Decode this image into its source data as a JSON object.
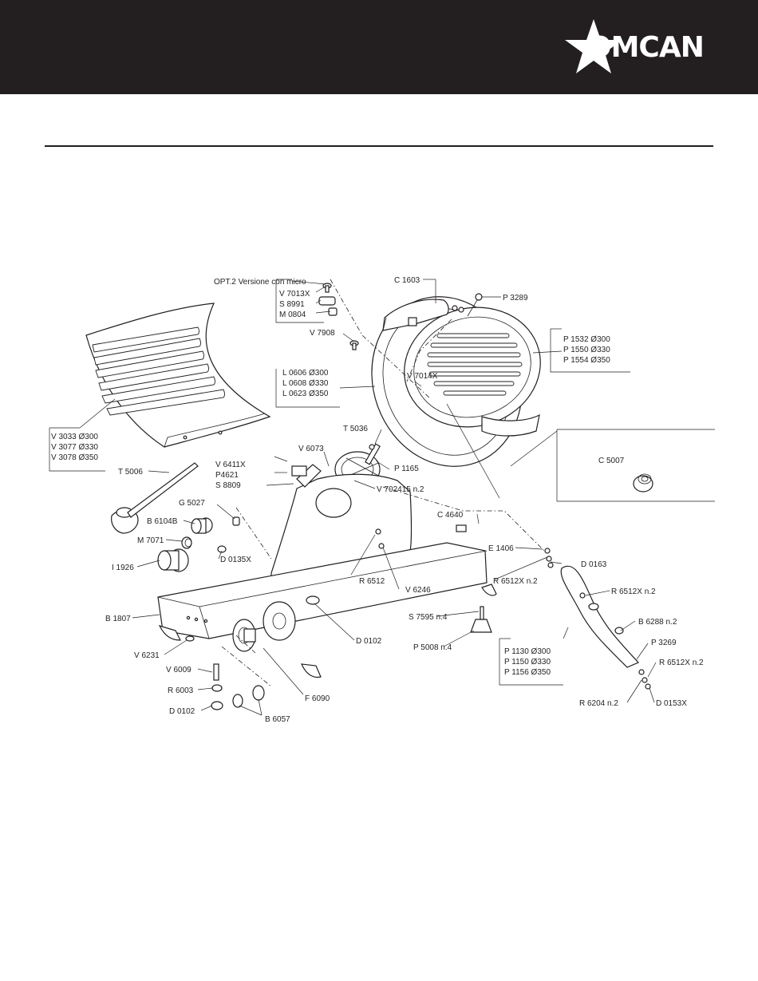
{
  "brand": {
    "logo_text": "OMCAN",
    "header_color": "#231f20"
  },
  "diagram": {
    "labels": {
      "opt2": "OPT.2   Versione con micro",
      "v7013x": "V 7013X",
      "s8991": "S 8991",
      "m0804": "M 0804",
      "c1603": "C 1603",
      "p3289": "P 3289",
      "v7908": "V 7908",
      "p1532": "P 1532   Ø300",
      "p1550": "P 1550   Ø330",
      "p1554": "P 1554   Ø350",
      "l0606": "L 0606   Ø300",
      "l0608": "L 0608   Ø330",
      "l0623": "L 0623   Ø350",
      "v7014x": "V 7014X",
      "v3033": "V 3033   Ø300",
      "v3077": "V 3077   Ø330",
      "v3078": "V 3078   Ø350",
      "t5036": "T 5036",
      "v6073": "V 6073",
      "c5007": "C 5007",
      "v6411x": "V 6411X",
      "p4621": "P4621",
      "s8809": "S 8809",
      "p1165": "P 1165",
      "v702415": "V 702415   n.2",
      "t5006": "T 5006",
      "g5027": "G 5027",
      "b6104b": "B 6104B",
      "c4640": "C 4640",
      "m7071": "M 7071",
      "e1406": "E 1406",
      "d0163": "D 0163",
      "d0135x": "D 0135X",
      "i1926": "I 1926",
      "r6512": "R 6512",
      "v6246": "V 6246",
      "r6512x_1": "R 6512X   n.2",
      "r6512x_2": "R 6512X   n.2",
      "b1807": "B 1807",
      "s7595": "S 7595   n.4",
      "b6288": "B 6288   n.2",
      "d0102_1": "D 0102",
      "p5008": "P 5008   n.4",
      "p3269": "P 3269",
      "v6231": "V 6231",
      "p1130": "P 1130   Ø300",
      "p1150": "P 1150   Ø330",
      "p1156": "P 1156   Ø350",
      "r6512x_3": "R 6512X   n.2",
      "v6009": "V 6009",
      "r6003": "R 6003",
      "f6090": "F 6090",
      "r6204": "R 6204   n.2",
      "d0153x": "D 0153X",
      "d0102_2": "D 0102",
      "b6057": "B 6057"
    }
  }
}
